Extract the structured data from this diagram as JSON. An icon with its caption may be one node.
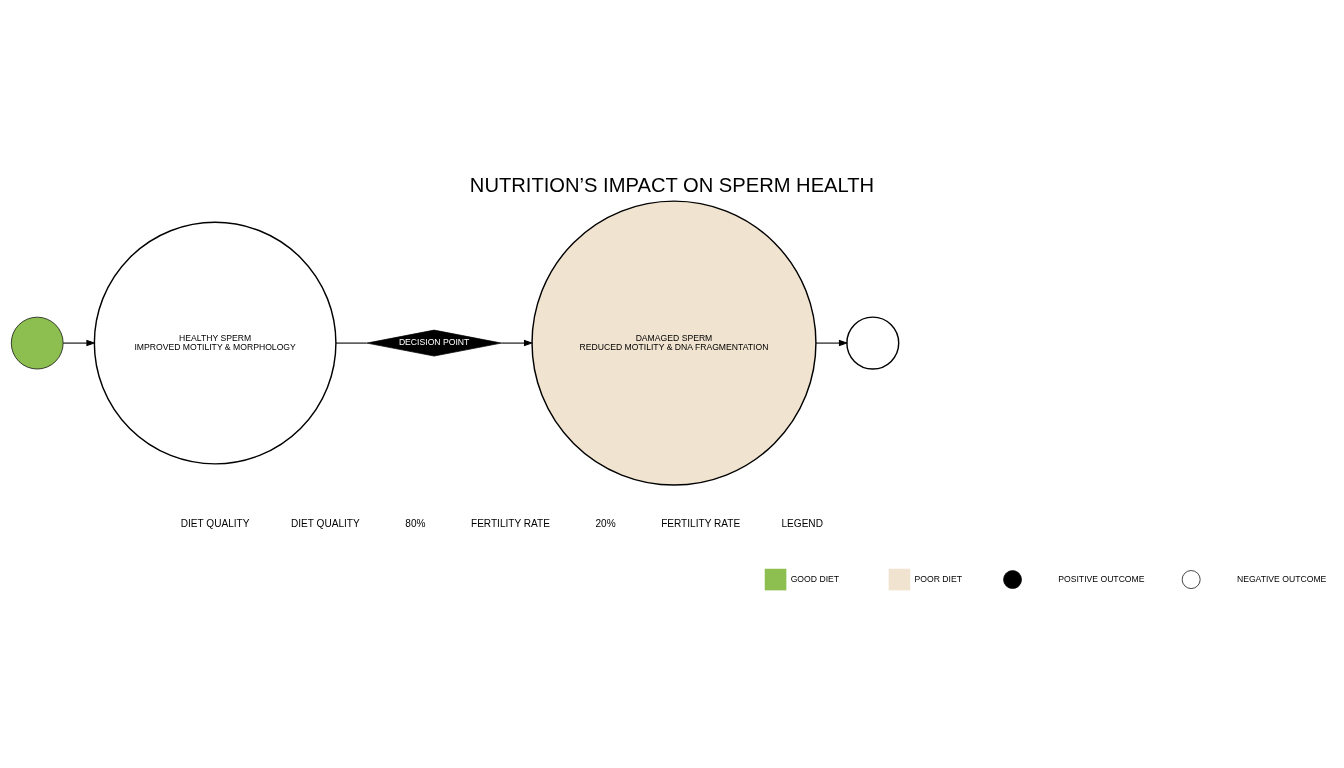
{
  "diagram": {
    "title": "NUTRITION’S IMPACT ON SPERM HEALTH",
    "nodes": [
      {
        "text": [],
        "shape": "circle"
      },
      {
        "text": [
          "HEALTHY SPERM",
          "IMPROVED MOTILITY & MORPHOLOGY"
        ]
      },
      {
        "text": [
          "DECISION POINT"
        ]
      },
      {
        "text": [
          "DAMAGED SPERM",
          "REDUCED MOTILITY & DNA FRAGMENTATION"
        ]
      },
      {
        "text": [],
        "shape": "circle"
      }
    ],
    "edges": [
      {
        "from": 0,
        "to": 1,
        "arrow": "to"
      },
      {
        "from": 1,
        "to": 2,
        "arrow": "none"
      },
      {
        "from": 2,
        "to": 3,
        "arrow": "to"
      },
      {
        "from": 3,
        "to": 4,
        "arrow": "to"
      }
    ],
    "labels": [
      "DIET QUALITY",
      "DIET QUALITY",
      "80%",
      "FERTILITY RATE",
      "20%",
      "FERTILITY RATE",
      "LEGEND"
    ],
    "legend": [
      {
        "text": "GOOD DIET",
        "color": "#8cbf4f"
      },
      {
        "text": "POOR DIET",
        "color": "#f0e3cf"
      },
      {
        "text": "POSITIVE OUTCOME"
      },
      {
        "text": "NEGATIVE OUTCOME"
      }
    ]
  }
}
